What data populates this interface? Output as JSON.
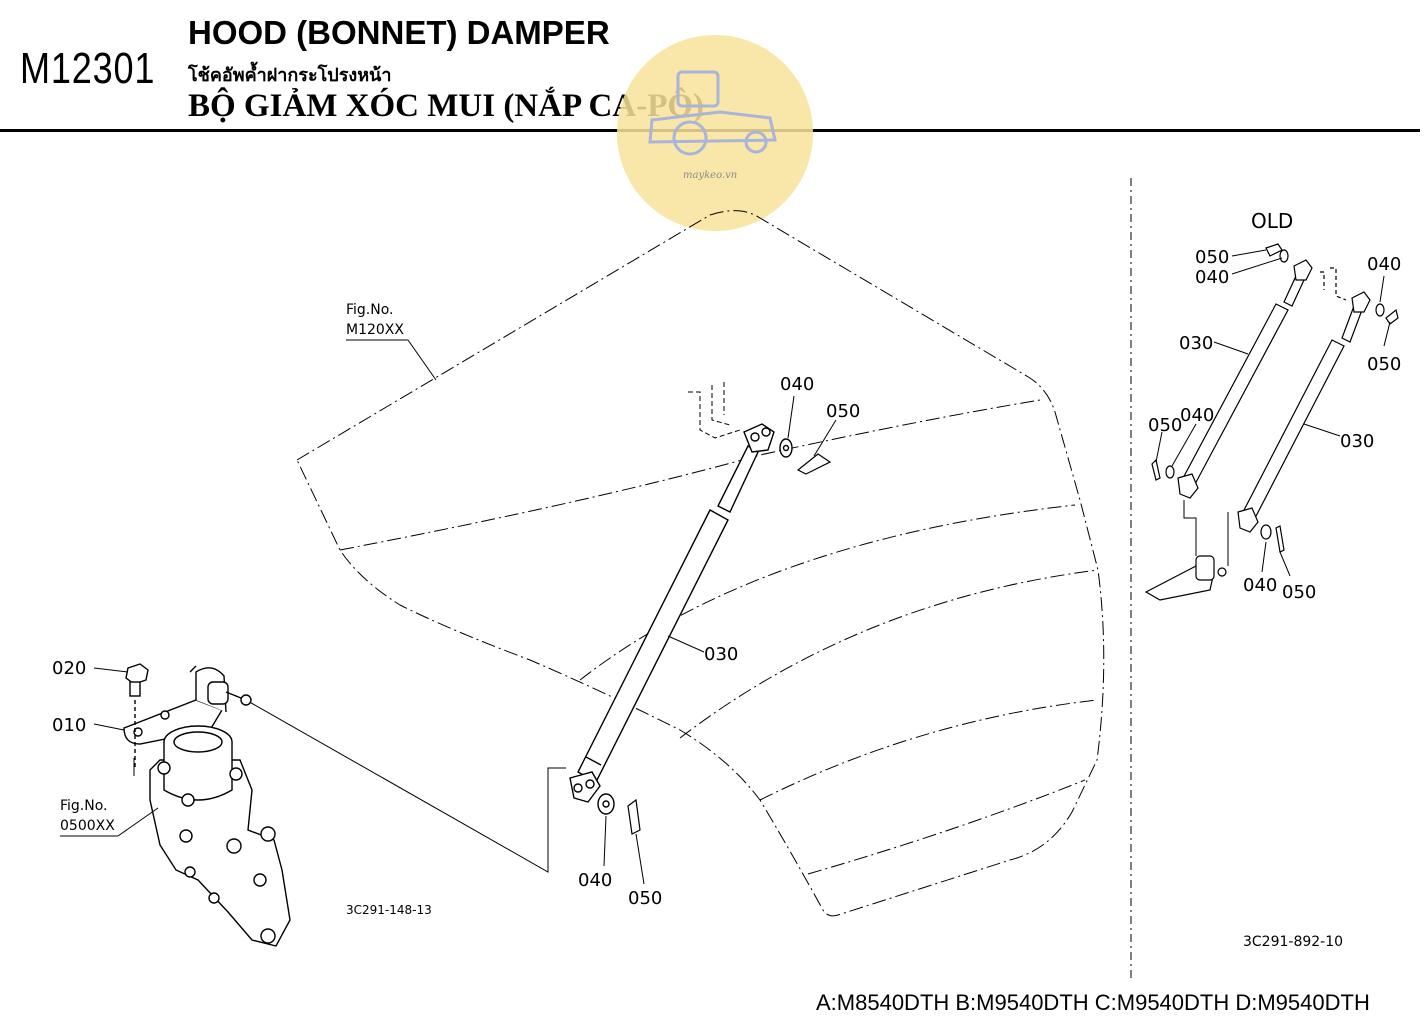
{
  "header": {
    "fig_code": "M12301",
    "title_en": "HOOD (BONNET) DAMPER",
    "title_th": "โช้คอัพค้ำฝากระโปรงหน้า",
    "title_vi": "BỘ GIẢM XÓC MUI (NẮP CA-PÔ)"
  },
  "watermark": {
    "text": "maykeo.vn",
    "color": "#f7e39a"
  },
  "main_view": {
    "fig_ref_hood": {
      "line1": "Fig.No.",
      "line2": "M120XX"
    },
    "fig_ref_housing": {
      "line1": "Fig.No.",
      "line2": "0500XX"
    },
    "labels": {
      "p020": "020",
      "p010": "010",
      "p030": "030",
      "p040_top": "040",
      "p050_top": "050",
      "p040_bottom": "040",
      "p050_bottom": "050"
    },
    "drawing_code": "3C291-148-13"
  },
  "old_view": {
    "title": "OLD",
    "labels": {
      "p050_a": "050",
      "p040_a": "040",
      "p040_b": "040",
      "p050_b": "050",
      "p030_a": "030",
      "p030_b": "030",
      "p050_c": "050",
      "p040_c": "040",
      "p040_d": "040",
      "p050_d": "050"
    },
    "drawing_code": "3C291-892-10"
  },
  "footer": {
    "models": "A:M8540DTH B:M9540DTH C:M9540DTH D:M9540DTH"
  }
}
